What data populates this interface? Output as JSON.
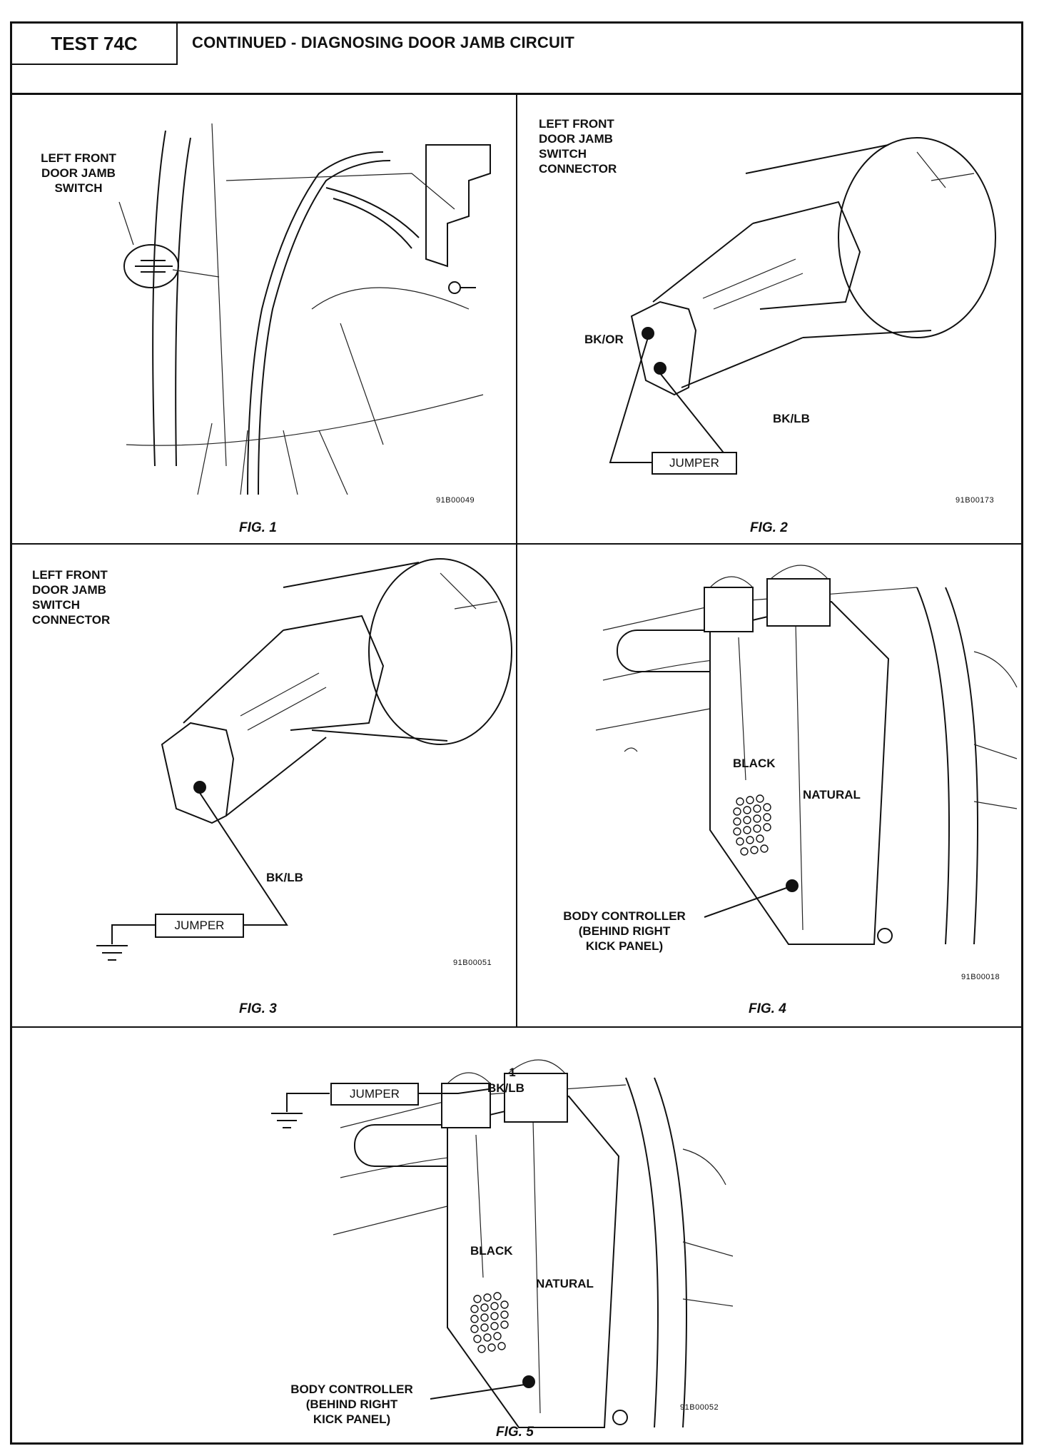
{
  "header": {
    "test_id": "TEST 74C",
    "title": "CONTINUED - DIAGNOSING DOOR JAMB CIRCUIT"
  },
  "fig1": {
    "callout": [
      "LEFT FRONT",
      "DOOR JAMB",
      "SWITCH"
    ],
    "code": "91B00049",
    "caption": "FIG. 1"
  },
  "fig2": {
    "callout": [
      "LEFT FRONT",
      "DOOR JAMB",
      "SWITCH",
      "CONNECTOR"
    ],
    "pin1": "BK/OR",
    "pin2": "BK/LB",
    "jumper": "JUMPER",
    "code": "91B00173",
    "caption": "FIG. 2"
  },
  "fig3": {
    "callout": [
      "LEFT FRONT",
      "DOOR JAMB",
      "SWITCH",
      "CONNECTOR"
    ],
    "pin": "BK/LB",
    "jumper": "JUMPER",
    "code": "91B00051",
    "caption": "FIG. 3"
  },
  "fig4": {
    "black": "BLACK",
    "natural": "NATURAL",
    "controller": [
      "BODY CONTROLLER",
      "(BEHIND RIGHT",
      "KICK PANEL)"
    ],
    "code": "91B00018",
    "caption": "FIG. 4"
  },
  "fig5": {
    "jumper": "JUMPER",
    "pin_num": "1",
    "pin": "BK/LB",
    "black": "BLACK",
    "natural": "NATURAL",
    "controller": [
      "BODY CONTROLLER",
      "(BEHIND RIGHT",
      "KICK PANEL)"
    ],
    "code": "91B00052",
    "caption": "FIG. 5"
  }
}
